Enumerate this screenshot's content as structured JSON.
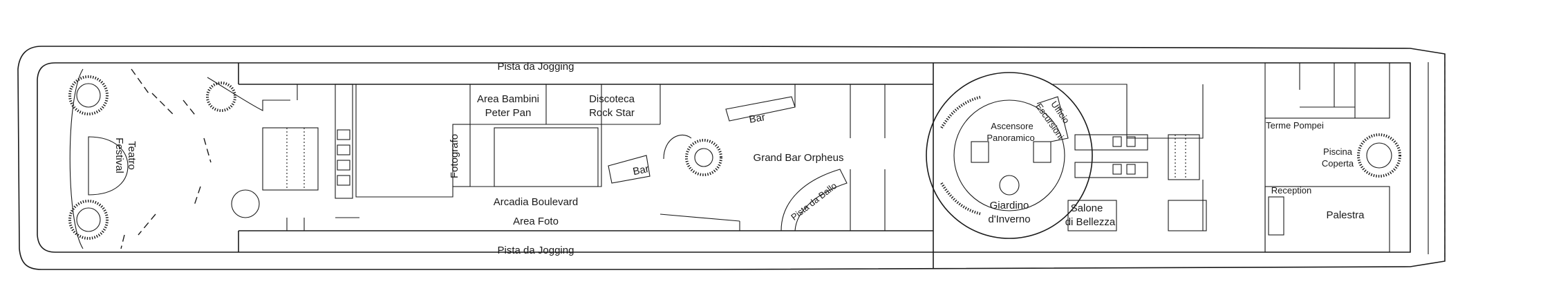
{
  "deck_plan": {
    "labels": {
      "jogging_top": "Pista da Jogging",
      "jogging_bottom": "Pista da Jogging",
      "teatro_1": "Teatro",
      "teatro_2": "Festival",
      "area_bambini_1": "Area Bambini",
      "area_bambini_2": "Peter Pan",
      "discoteca_1": "Discoteca",
      "discoteca_2": "Rock Star",
      "fotografo": "Fotografo",
      "arcadia": "Arcadia Boulevard",
      "area_foto": "Area Foto",
      "bar_upper": "Bar",
      "bar_lower": "Bar",
      "grand_bar": "Grand Bar Orpheus",
      "pista_ballo": "Pista da Ballo",
      "ascensore_1": "Ascensore",
      "ascensore_2": "Panoramico",
      "ufficio_1": "Ufficio",
      "ufficio_2": "Escursioni",
      "giardino_1": "Giardino",
      "giardino_2": "d'Inverno",
      "salone_1": "Salone",
      "salone_2": "di Bellezza",
      "terme": "Terme Pompei",
      "piscina_1": "Piscina",
      "piscina_2": "Coperta",
      "reception": "Reception",
      "palestra": "Palestra"
    }
  }
}
